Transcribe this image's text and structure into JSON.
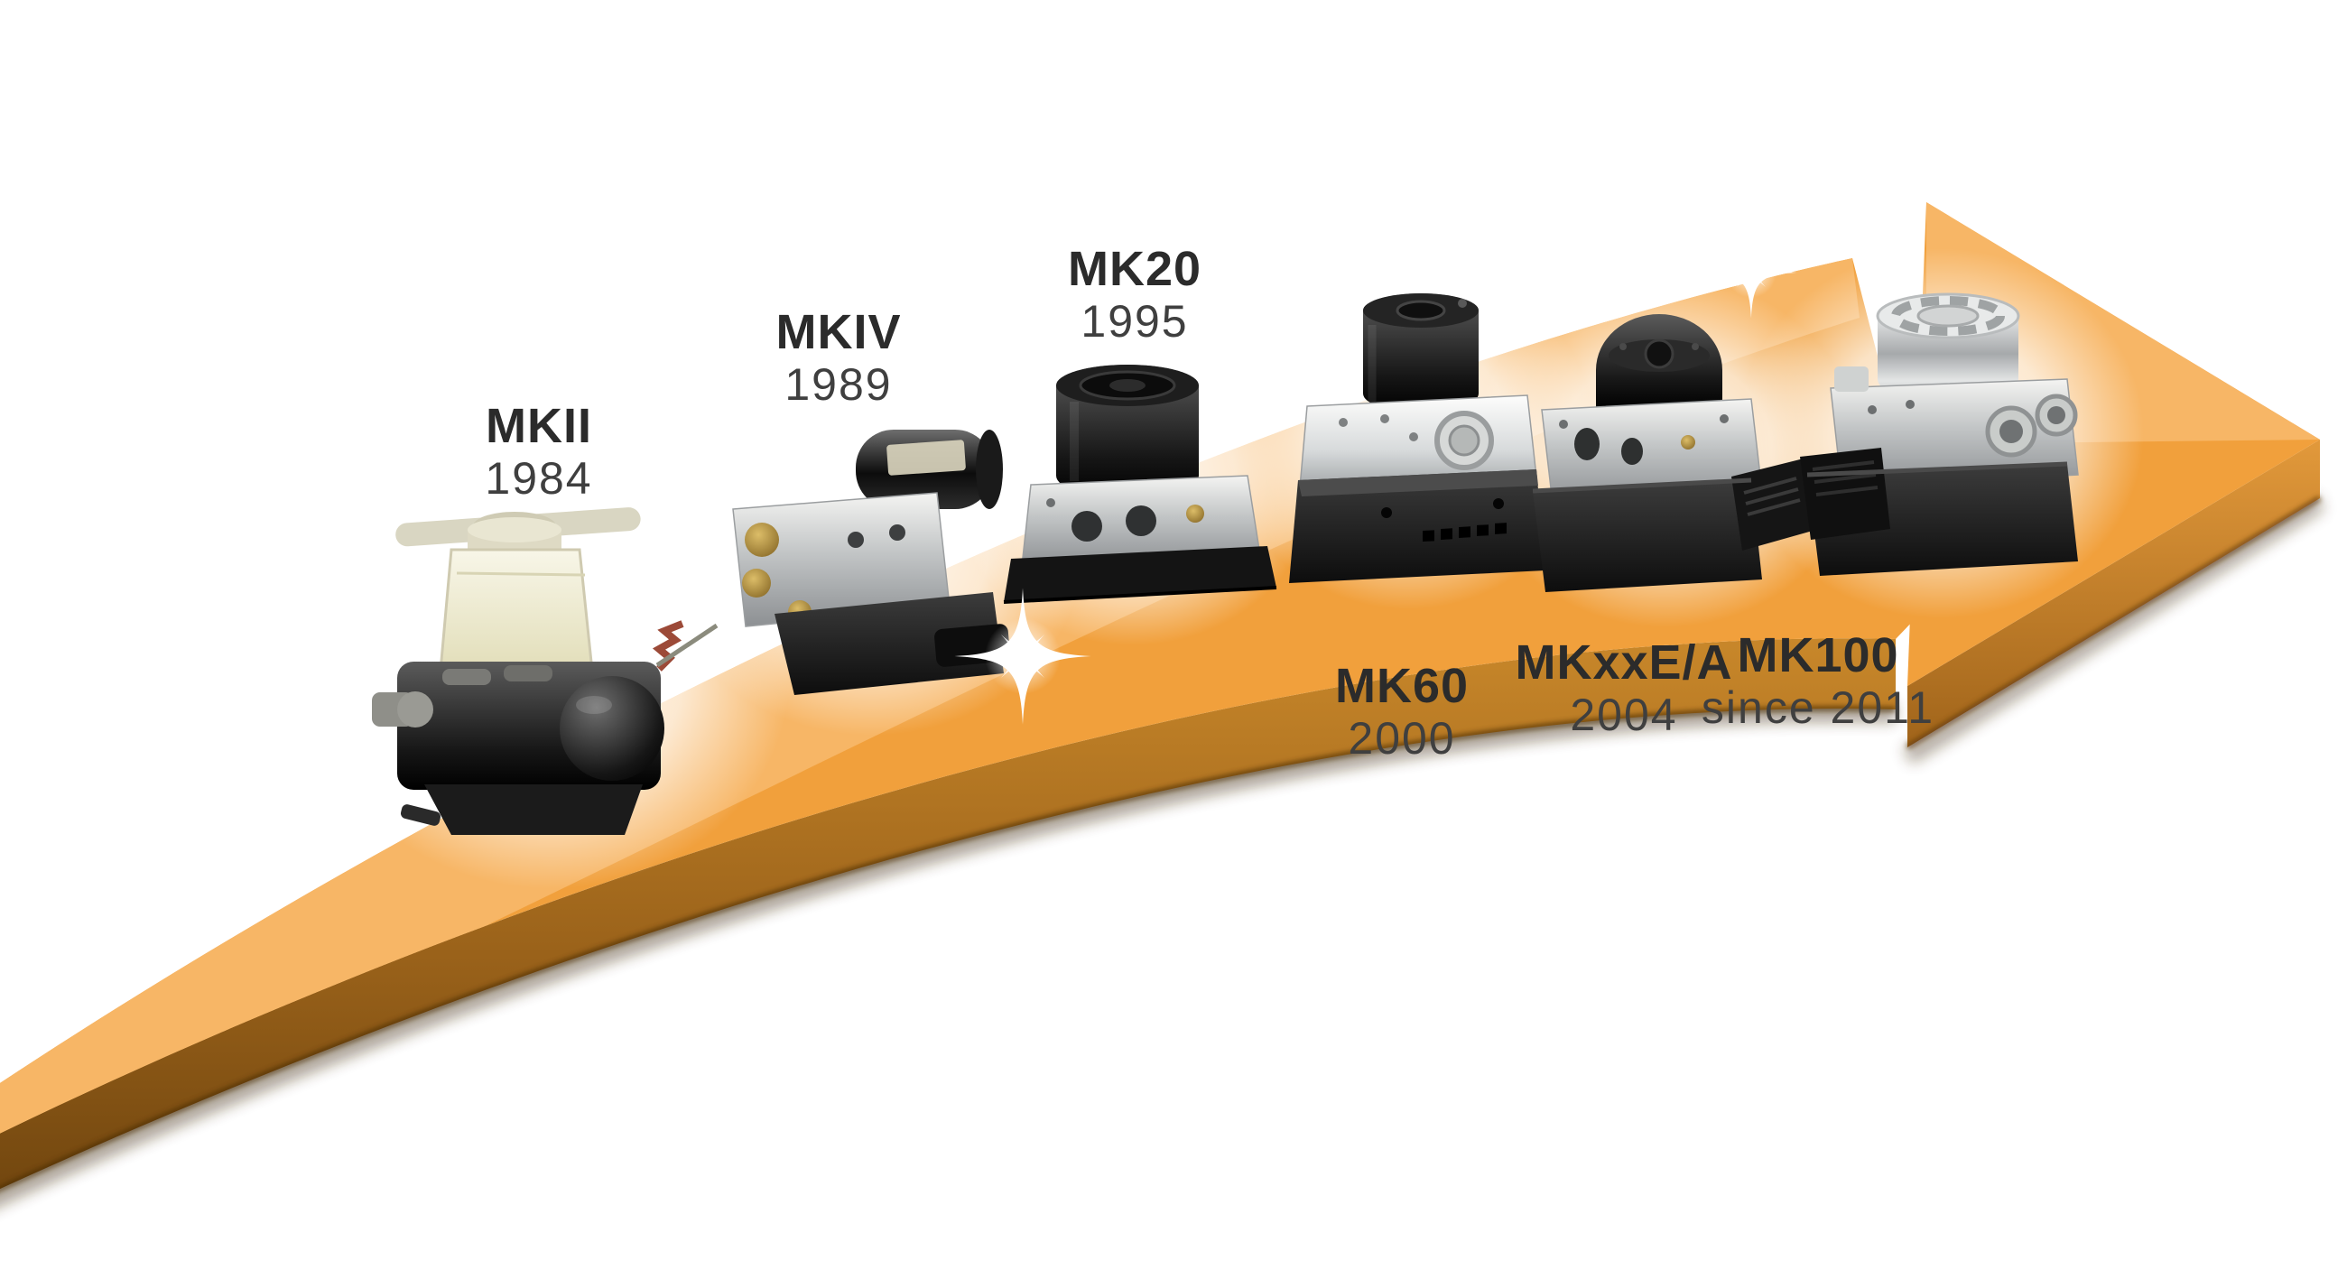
{
  "page": {
    "type": "product-evolution-timeline-infographic",
    "background": "#FFFFFF"
  },
  "colors": {
    "arrow_main": "#F1A03C",
    "arrow_highlight": "#F7B666",
    "arrow_front_top": "#C08024",
    "arrow_front_bottom": "#6E440E",
    "arrowhead_front_top": "#E2993B",
    "arrowhead_front_bottom": "#A0641A",
    "label_name": "#2B2B2B",
    "label_year": "#3F3F3F"
  },
  "timeline": {
    "direction": "bottom-left to upper-right arrow",
    "items": [
      {
        "name": "MKII",
        "year": "1984"
      },
      {
        "name": "MKIV",
        "year": "1989"
      },
      {
        "name": "MK20",
        "year": "1995"
      },
      {
        "name": "MK60",
        "year": "2000"
      },
      {
        "name": "MKxxE/A",
        "year": "2004"
      },
      {
        "name": "MK100",
        "year": "since 2011"
      }
    ]
  }
}
